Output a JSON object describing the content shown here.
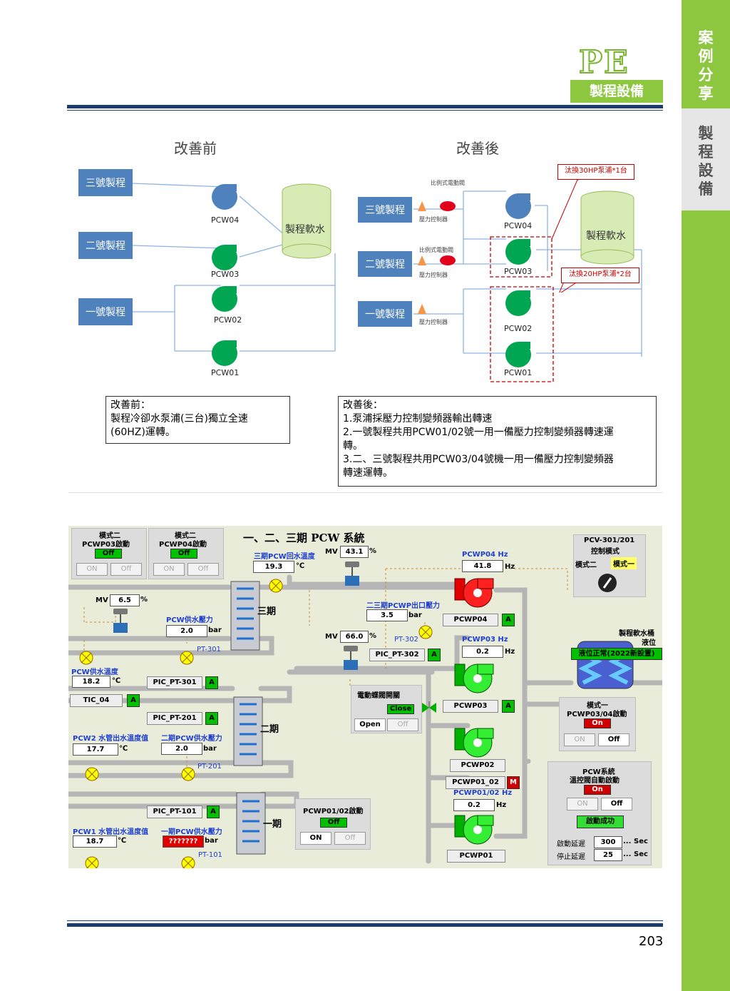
{
  "side_tab": {
    "case_share": [
      "案",
      "例",
      "分",
      "享"
    ],
    "process_equip": [
      "製",
      "程",
      "設",
      "備"
    ]
  },
  "header": {
    "logo": "PE",
    "subtitle": "製程設備"
  },
  "before_diagram": {
    "title": "改善前",
    "process3": "三號製程",
    "process2": "二號製程",
    "process1": "一號製程",
    "pump4": "PCW04",
    "pump3": "PCW03",
    "pump2": "PCW02",
    "pump1": "PCW01",
    "tank": "製程軟水"
  },
  "after_diagram": {
    "title": "改善後",
    "process3": "三號製程",
    "process2": "二號製程",
    "process1": "一號製程",
    "valve_label": "比例式電動閥",
    "pressure_ctrl": "壓力控制器",
    "pump4": "PCW04",
    "pump3": "PCW03",
    "pump2": "PCW02",
    "pump1": "PCW01",
    "tank": "製程軟水",
    "callout_30hp": "汰換30HP泵浦*1台",
    "callout_20hp": "汰換20HP泵浦*2台"
  },
  "before_text": {
    "heading": "改善前：",
    "line1": "製程冷卻水泵浦(三台)獨立全速",
    "line2": "(60HZ)運轉。"
  },
  "after_text": {
    "heading": "改善後：",
    "line1": "1.泵浦採壓力控制變頻器輸出轉速",
    "line2": "2.一號製程共用PCW01/02號一用一備壓力控制變頻器轉速運",
    "line3": "轉。",
    "line4": "3.二、三號製程共用PCW03/04號機一用一備壓力控制變頻器",
    "line5": "轉速運轉。"
  },
  "scada": {
    "title": "一、二、三期 PCW 系統",
    "mode2_a": {
      "title1": "模式二",
      "title2": "PCWP03啟動",
      "status": "Off",
      "on": "ON",
      "off": "Off"
    },
    "mode2_b": {
      "title1": "模式二",
      "title2": "PCWP04啟動",
      "status": "Off",
      "on": "ON",
      "off": "Off"
    },
    "pcv": {
      "line1": "PCV-301/201",
      "line2": "控制模式",
      "opt1": "模式二",
      "opt2": "模式一"
    },
    "return_temp": {
      "label": "三期PCW回水溫度",
      "value": "19.3",
      "unit": "℃"
    },
    "mv_top": {
      "label": "MV",
      "value": "43.1",
      "unit": "%"
    },
    "mv_left": {
      "label": "MV",
      "value": "6.5",
      "unit": "%"
    },
    "mv_mid": {
      "label": "MV",
      "value": "66.0",
      "unit": "%"
    },
    "pcwp04_hz": {
      "label": "PCWP04 Hz",
      "value": "41.8",
      "unit": "Hz"
    },
    "pcwp03_hz": {
      "label": "PCWP03 Hz",
      "value": "0.2",
      "unit": "Hz"
    },
    "pcwp01_02_hz": {
      "label": "PCWP01/02 Hz",
      "value": "0.2",
      "unit": "Hz"
    },
    "outlet_pressure": {
      "label": "二三期PCWP出口壓力",
      "value": "3.5",
      "unit": "bar"
    },
    "supply_pressure": {
      "label": "PCW供水壓力",
      "value": "2.0",
      "unit": "bar"
    },
    "supply_temp": {
      "label": "PCW供水溫度",
      "value": "18.2",
      "unit": "℃"
    },
    "pcw2_temp": {
      "label": "PCW2 水管出水溫度值",
      "value": "17.7",
      "unit": "℃"
    },
    "pcw2_pressure": {
      "label": "二期PCW供水壓力",
      "value": "2.0",
      "unit": "bar"
    },
    "pcw1_temp": {
      "label": "PCW1 水管出水溫度值",
      "value": "18.7",
      "unit": "℃"
    },
    "pcw1_pressure": {
      "label": "一期PCW供水壓力",
      "value": "???????",
      "unit": "bar"
    },
    "pt301": "PT-301",
    "pt302": "PT-302",
    "pt201": "PT-201",
    "pt101": "PT-101",
    "phase3": "三期",
    "phase2": "二期",
    "phase1": "一期",
    "pic301": "PIC_PT-301",
    "pic302": "PIC_PT-302",
    "pic201": "PIC_PT-201",
    "pic101": "PIC_PT-101",
    "tic04": "TIC_04",
    "auto": "A",
    "manual": "M",
    "pumps": {
      "p4": "PCWP04",
      "p3": "PCWP03",
      "p2": "PCWP02",
      "p1": "PCWP01",
      "p0102": "PCWP01_02"
    },
    "butterfly": {
      "title": "電動蝶閥開關",
      "status": "Close",
      "open": "Open",
      "off": "Off"
    },
    "tank_level": {
      "line1": "製程軟水桶",
      "line2": "液位",
      "status": "液位正常(2022新設置)"
    },
    "mode1": {
      "title1": "模式一",
      "title2": "PCWP03/04啟動",
      "status": "On",
      "on": "ON",
      "off": "Off"
    },
    "pcwp0102": {
      "title": "PCWP01/02啟動",
      "status": "Off",
      "on": "ON",
      "off": "Off"
    },
    "auto_start": {
      "title1": "PCW系統",
      "title2": "溫控閥自動啟動",
      "status": "On",
      "on": "ON",
      "off": "Off",
      "success": "啟動成功",
      "start_delay_label": "啟動延遲",
      "start_delay": "300",
      "stop_delay_label": "停止延遲",
      "stop_delay": "25",
      "sec": "Sec",
      "dots": "..."
    }
  },
  "page_number": "203",
  "colors": {
    "accent_green": "#8dc63f",
    "navy": "#1f3b6e",
    "process_blue": "#4f81bd",
    "pump_green": "#00a651",
    "pump_blue": "#4472c4",
    "alarm_red": "#c00000"
  }
}
